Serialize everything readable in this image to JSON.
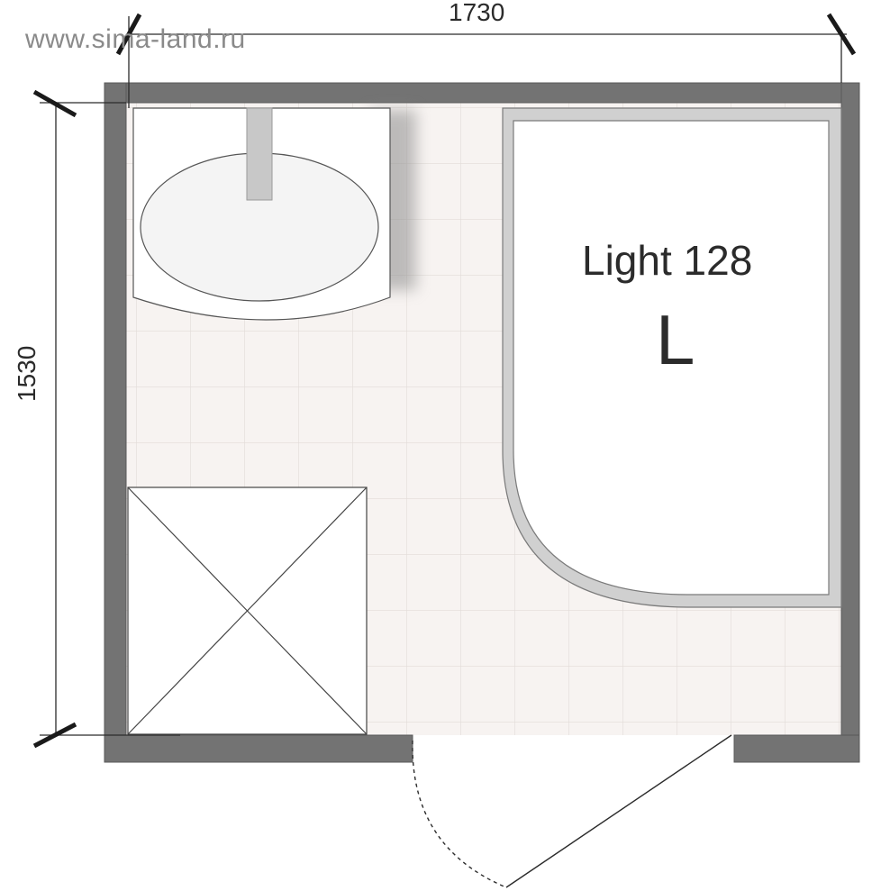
{
  "watermark": "www.sima-land.ru",
  "dimensions": {
    "width": "1730",
    "depth": "1530"
  },
  "shower": {
    "model": "Light 128",
    "hand": "L"
  },
  "colors": {
    "wall": "#737373",
    "floor": "#f7f3f1",
    "tile_line": "#e2dcd8",
    "tray_frame": "#bdbdbd",
    "line": "#2b2b2b"
  },
  "fixtures": [
    "washbasin",
    "cabinet",
    "corner-shower",
    "door"
  ]
}
